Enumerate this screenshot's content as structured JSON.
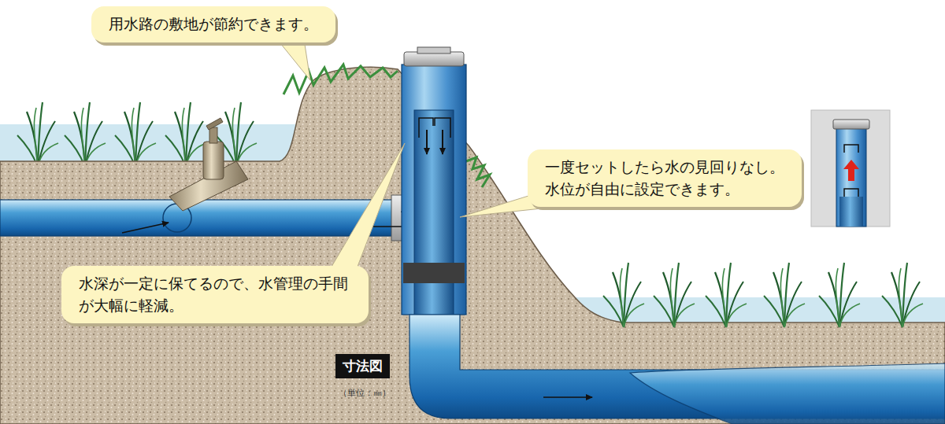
{
  "diagram": {
    "nodes": [
      {
        "text": [
          "用水路の敷地が節約できます。"
        ]
      },
      {
        "text": [
          "一度セットしたら水の見回りなし。",
          "水位が自由に設定できます。"
        ]
      },
      {
        "text": [
          "水深が一定に保てるので、水管理の手間 が大幅に軽減。"
        ]
      },
      {
        "text": [
          "寸法図"
        ]
      }
    ],
    "labels": [
      "（単位：㎜）"
    ]
  }
}
